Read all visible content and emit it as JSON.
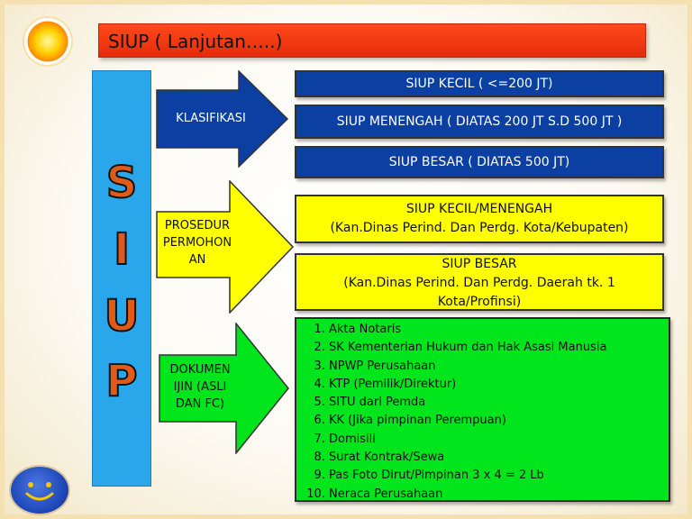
{
  "title": "SIUP ( Lanjutan…..)",
  "vertical_letters": [
    "S",
    "I",
    "U",
    "P"
  ],
  "arrows": {
    "klasifikasi": "KLASIFIKASI",
    "prosedur": [
      "PROSEDUR",
      "PERMOHON",
      "AN"
    ],
    "dokumen": [
      "DOKUMEN",
      "IJIN (ASLI",
      "DAN FC)"
    ]
  },
  "klasifikasi_boxes": [
    "SIUP KECIL ( <=200 JT)",
    "SIUP MENENGAH ( DIATAS 200 JT S.D 500 JT )",
    "SIUP BESAR ( DIATAS 500  JT)"
  ],
  "prosedur_boxes": [
    {
      "line1": "SIUP KECIL/MENENGAH",
      "line2": "(Kan.Dinas Perind. Dan Perdg. Kota/Kebupaten)",
      "line3": ""
    },
    {
      "line1": "SIUP BESAR",
      "line2": "(Kan.Dinas Perind. Dan Perdg. Daerah tk. 1",
      "line3": "Kota/Profinsi)"
    }
  ],
  "dokumen_list": [
    "Akta Notaris",
    "SK Kementerian Hukum dan Hak Asasi Manusia",
    "NPWP Perusahaan",
    "KTP (Pemilik/Direktur)",
    "SITU dari Pemda",
    "KK (Jika pimpinan Perempuan)",
    "Domisili",
    "Surat Kontrak/Sewa",
    "Pas Foto Dirut/Pimpinan 3 x 4 = 2 Lb",
    "Neraca Perusahaan"
  ],
  "colors": {
    "title_bg": "#ff4a1a",
    "siup_bar": "#2aa7ea",
    "blue": "#0b3fa2",
    "yellow": "#ffff00",
    "green": "#00e51b"
  },
  "icons": [
    "sun-icon",
    "smiley-icon"
  ]
}
